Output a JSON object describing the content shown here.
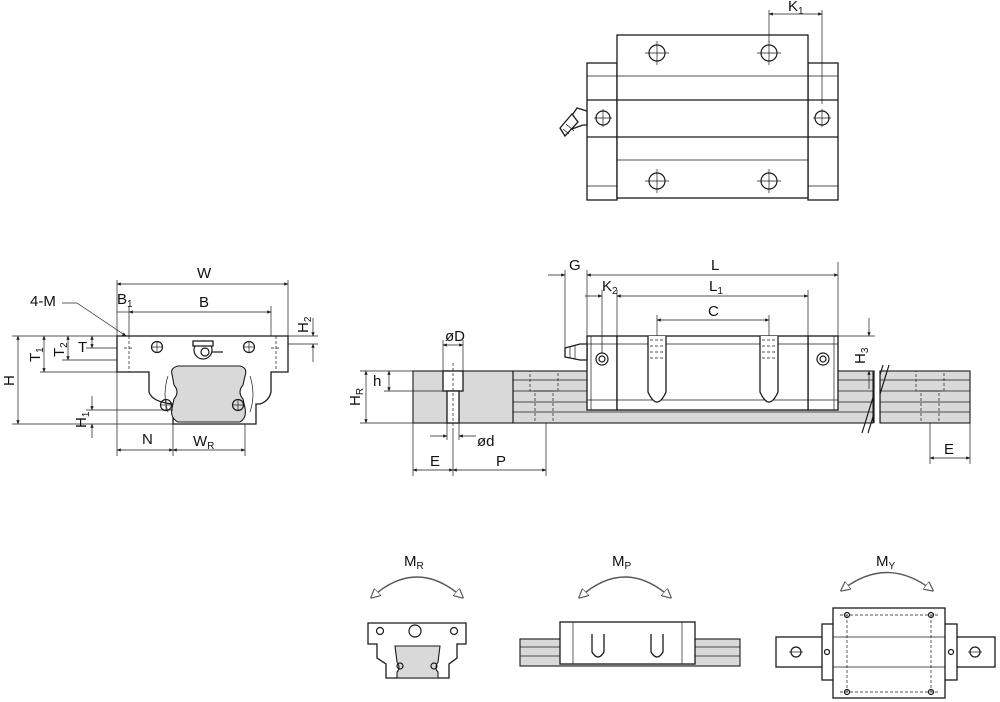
{
  "top_view": {
    "k1": {
      "main": "K",
      "sub": "1"
    }
  },
  "end_view": {
    "w": "W",
    "m": "4-M",
    "b1": {
      "main": "B",
      "sub": "1"
    },
    "b": "B",
    "h2": {
      "main": "H",
      "sub": "2"
    },
    "h": "H",
    "t1": {
      "main": "T",
      "sub": "1"
    },
    "t2": {
      "main": "T",
      "sub": "2"
    },
    "t": "T",
    "h1": {
      "main": "H",
      "sub": "1"
    },
    "n": "N",
    "wr": {
      "main": "W",
      "sub": "R"
    }
  },
  "side_view": {
    "g": "G",
    "l": "L",
    "k2": {
      "main": "K",
      "sub": "2"
    },
    "l1": {
      "main": "L",
      "sub": "1"
    },
    "c": "C",
    "h3": {
      "main": "H",
      "sub": "3"
    },
    "od": "øD",
    "hr": {
      "main": "H",
      "sub": "R"
    },
    "h_small": "h",
    "d_small": "ød",
    "e_left": "E",
    "p": "P",
    "e_right": "E"
  },
  "moments": {
    "mr": {
      "main": "M",
      "sub": "R"
    },
    "mp": {
      "main": "M",
      "sub": "P"
    },
    "my": {
      "main": "M",
      "sub": "Y"
    }
  }
}
